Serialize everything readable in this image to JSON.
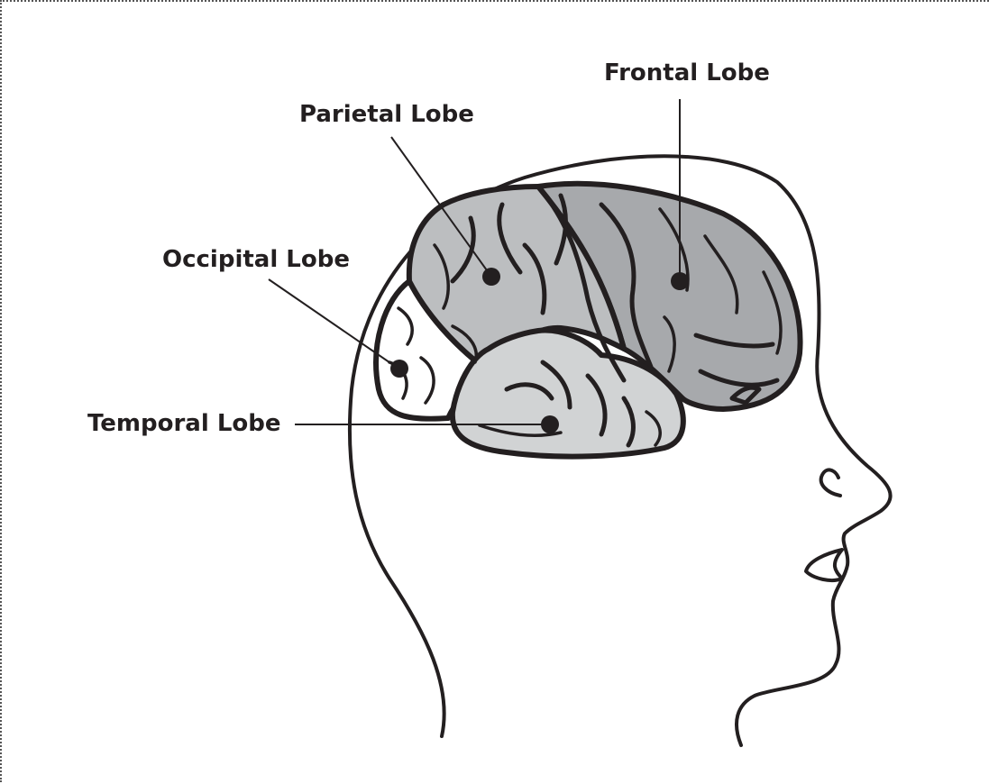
{
  "labels": {
    "frontal": "Frontal Lobe",
    "parietal": "Parietal Lobe",
    "occipital": "Occipital Lobe",
    "temporal": "Temporal Lobe"
  },
  "colors": {
    "frontal": "#a7a9ac",
    "parietal": "#bcbec0",
    "occipital": "#ffffff",
    "temporal": "#d1d3d4",
    "ink": "#231f20"
  }
}
